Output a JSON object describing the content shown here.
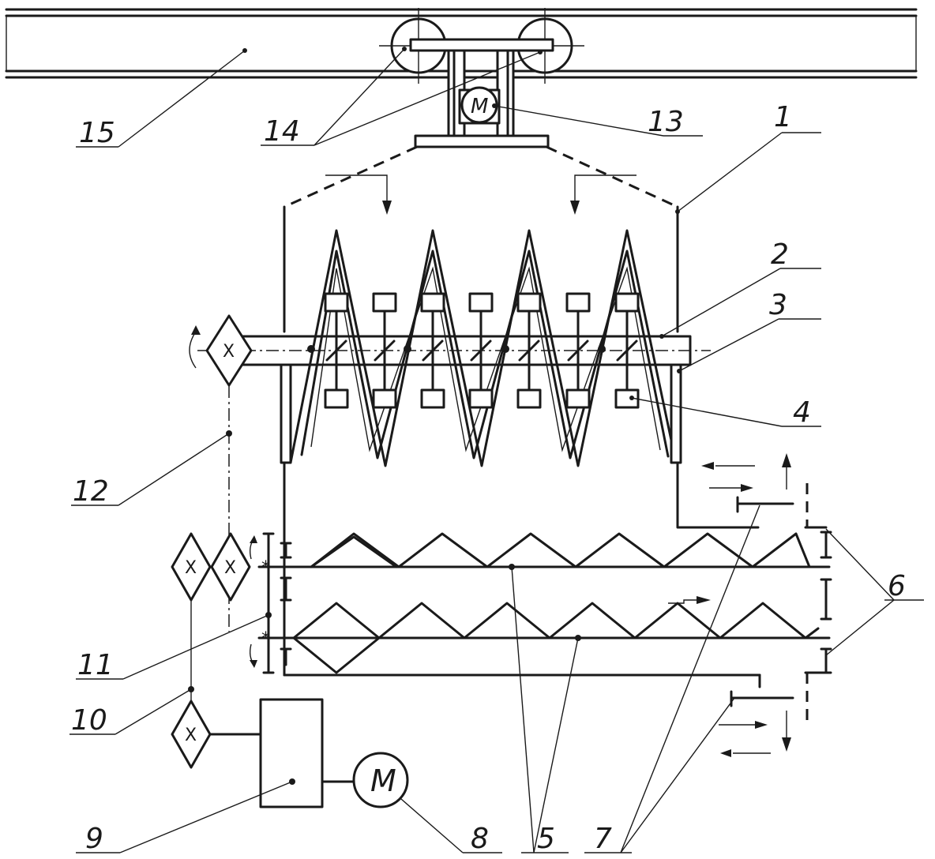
{
  "labels": {
    "l1": "1",
    "l2": "2",
    "l3": "3",
    "l4": "4",
    "l5": "5",
    "l6": "6",
    "l7": "7",
    "l8": "8",
    "l9": "9",
    "l10": "10",
    "l11": "11",
    "l12": "12",
    "l13": "13",
    "l14": "14",
    "l15": "15"
  },
  "symbols": {
    "motor": "M",
    "gear": "X"
  }
}
